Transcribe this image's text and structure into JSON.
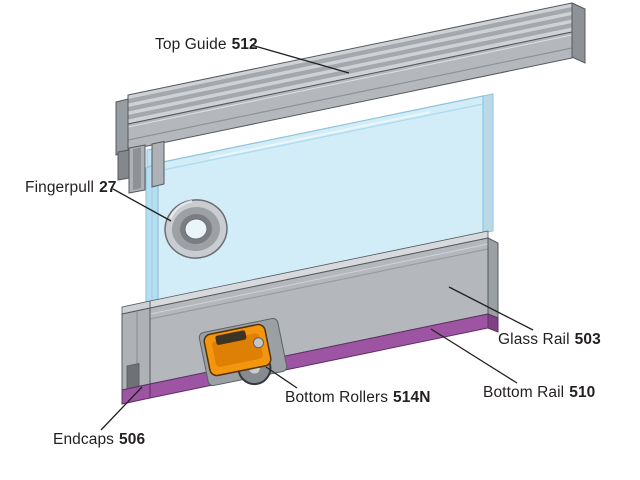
{
  "diagram": {
    "labels": {
      "top_guide": {
        "text": "Top Guide",
        "number": "512"
      },
      "fingerpull": {
        "text": "Fingerpull",
        "number": "27"
      },
      "glass_rail": {
        "text": "Glass Rail",
        "number": "503"
      },
      "bottom_rail": {
        "text": "Bottom Rail",
        "number": "510"
      },
      "bottom_rollers": {
        "text": "Bottom Rollers",
        "number": "514N"
      },
      "endcaps": {
        "text": "Endcaps",
        "number": "506"
      }
    },
    "colors": {
      "metal_light": "#ced2d6",
      "metal_mid": "#b4b8bc",
      "metal_dark": "#8e9296",
      "glass_blue": "#d2ecf8",
      "rail_purple": "#9d55a3",
      "roller_orange": "#f4950e",
      "outline": "#55595d",
      "text": "#231f20",
      "background": "#ffffff"
    }
  }
}
